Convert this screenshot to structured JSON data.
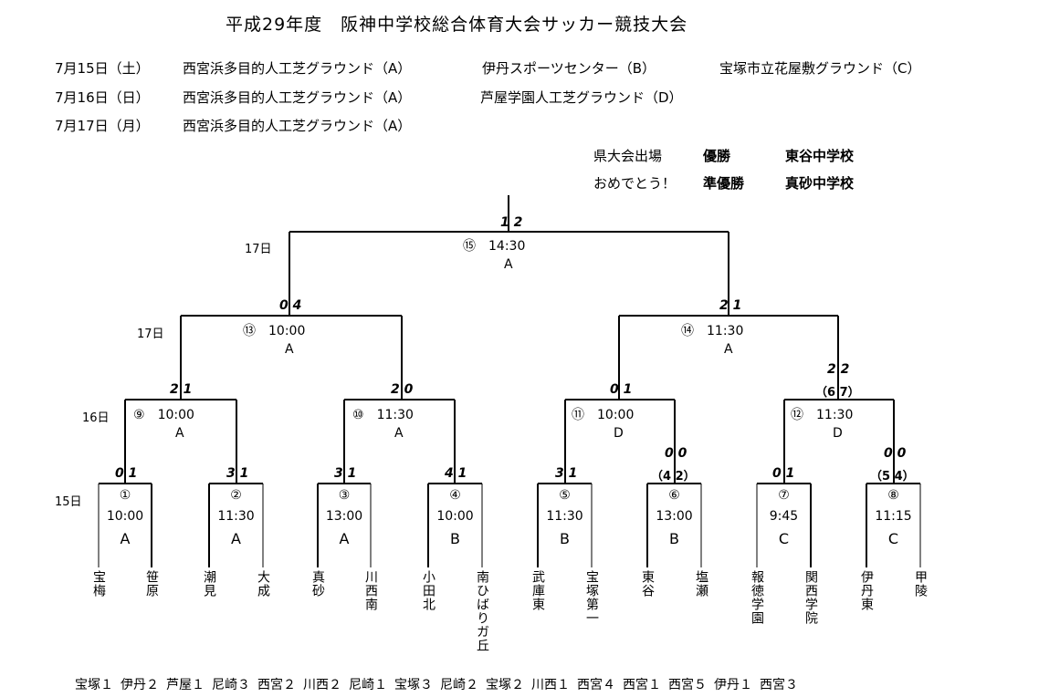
{
  "title": "平成29年度　阪神中学校総合体育大会サッカー競技大会",
  "schedule": [
    {
      "date": "7月15日（土）",
      "venues": [
        "西宮浜多目的人工芝グラウンド（A）",
        "伊丹スポーツセンター（B）",
        "宝塚市立花屋敷グラウンド（C）"
      ]
    },
    {
      "date": "7月16日（日）",
      "venues": [
        "西宮浜多目的人工芝グラウンド（A）",
        "芦屋学園人工芝グラウンド（D）"
      ]
    },
    {
      "date": "7月17日（月）",
      "venues": [
        "西宮浜多目的人工芝グラウンド（A）"
      ]
    }
  ],
  "results": {
    "prefecture_label": "県大会出場",
    "congrats": "おめでとう！",
    "winner_label": "優勝",
    "winner": "東谷中学校",
    "runnerup_label": "準優勝",
    "runnerup": "真砂中学校"
  },
  "days": {
    "d15": "15日",
    "d16": "16日",
    "d17a": "17日",
    "d17b": "17日"
  },
  "matches": [
    {
      "no": "①",
      "time": "10:00",
      "venue": "A",
      "score_l": "0",
      "score_r": "1"
    },
    {
      "no": "②",
      "time": "11:30",
      "venue": "A",
      "score_l": "3",
      "score_r": "1"
    },
    {
      "no": "③",
      "time": "13:00",
      "venue": "A",
      "score_l": "3",
      "score_r": "1"
    },
    {
      "no": "④",
      "time": "10:00",
      "venue": "B",
      "score_l": "4",
      "score_r": "1"
    },
    {
      "no": "⑤",
      "time": "11:30",
      "venue": "B",
      "score_l": "3",
      "score_r": "1"
    },
    {
      "no": "⑥",
      "time": "13:00",
      "venue": "B",
      "score_l": "0",
      "score_r": "0",
      "pk": "（4 2）"
    },
    {
      "no": "⑦",
      "time": "9:45",
      "venue": "C",
      "score_l": "0",
      "score_r": "1"
    },
    {
      "no": "⑧",
      "time": "11:15",
      "venue": "C",
      "score_l": "0",
      "score_r": "0",
      "pk": "（5 4）"
    },
    {
      "no": "⑨",
      "time": "10:00",
      "venue": "A",
      "score_l": "2",
      "score_r": "1"
    },
    {
      "no": "⑩",
      "time": "11:30",
      "venue": "A",
      "score_l": "2",
      "score_r": "0"
    },
    {
      "no": "⑪",
      "time": "10:00",
      "venue": "D",
      "score_l": "0",
      "score_r": "1"
    },
    {
      "no": "⑫",
      "time": "11:30",
      "venue": "D",
      "score_l": "2",
      "score_r": "2",
      "pk": "（6 7）"
    },
    {
      "no": "⑬",
      "time": "10:00",
      "venue": "A",
      "score_l": "0",
      "score_r": "4"
    },
    {
      "no": "⑭",
      "time": "11:30",
      "venue": "A",
      "score_l": "2",
      "score_r": "1"
    },
    {
      "no": "⑮",
      "time": "14:30",
      "venue": "A",
      "score_l": "1",
      "score_r": "2"
    }
  ],
  "teams": [
    "宝梅",
    "笹原",
    "潮見",
    "大成",
    "真砂",
    "川西南",
    "小田北",
    "南ひばりガ丘",
    "武庫東",
    "宝塚第一",
    "東谷",
    "塩瀬",
    "報徳学園",
    "関西学院",
    "伊丹東",
    "甲陵"
  ],
  "footer": [
    "宝塚１",
    "伊丹２",
    "芦屋１",
    "尼崎３",
    "西宮２",
    "川西２",
    "尼崎１",
    "宝塚３",
    "尼崎２",
    "宝塚２",
    "川西１",
    "西宮４",
    "西宮１",
    "西宮５",
    "伊丹１",
    "西宮３"
  ]
}
